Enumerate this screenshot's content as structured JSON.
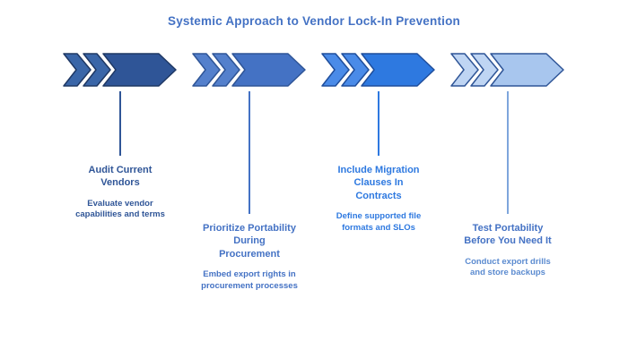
{
  "title": "Systemic Approach to Vendor Lock-In Prevention",
  "title_color": "#4472C4",
  "steps": [
    {
      "heading": "Audit Current Vendors",
      "description": "Evaluate vendor capabilities and terms",
      "colors": {
        "arrow": "#2F5597",
        "chevron": "#3A66A8",
        "stroke": "#1F3864",
        "line": "#2F5597",
        "heading": "#2F5597",
        "desc": "#2F5597"
      }
    },
    {
      "heading": "Prioritize Portability During Procurement",
      "description": "Embed export rights in procurement processes",
      "colors": {
        "arrow": "#4472C4",
        "chevron": "#5480CC",
        "stroke": "#2F5597",
        "line": "#4472C4",
        "heading": "#4472C4",
        "desc": "#4472C4"
      }
    },
    {
      "heading": "Include Migration Clauses In Contracts",
      "description": "Define supported file formats and SLOs",
      "colors": {
        "arrow": "#2E79E0",
        "chevron": "#4A8BE8",
        "stroke": "#1F4E9C",
        "line": "#2E79E0",
        "heading": "#2E79E0",
        "desc": "#2E79E0"
      }
    },
    {
      "heading": "Test Portability Before You Need It",
      "description": "Conduct export drills and store backups",
      "colors": {
        "arrow": "#A8C6EE",
        "chevron": "#BFD5F3",
        "stroke": "#2F5597",
        "line": "#7EA6DC",
        "heading": "#4472C4",
        "desc": "#5B8BD0"
      }
    }
  ]
}
